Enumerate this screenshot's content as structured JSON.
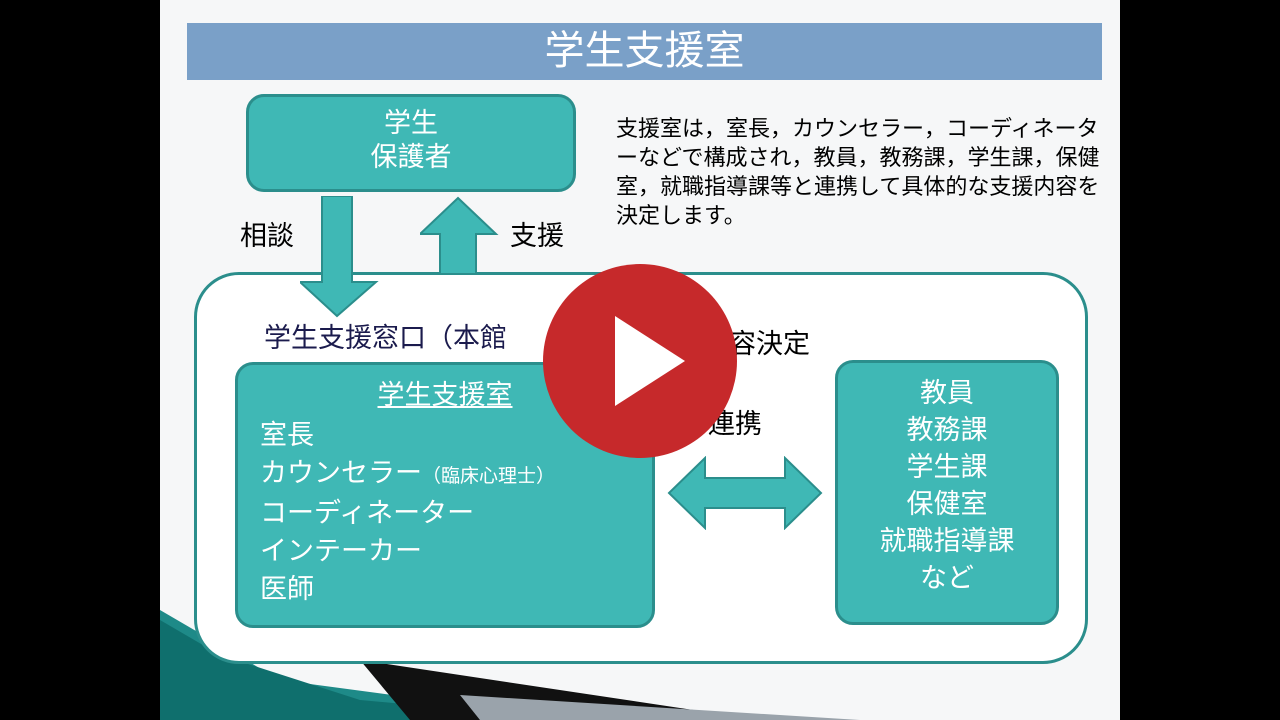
{
  "slide": {
    "title": "学生支援室",
    "student_box": {
      "line1": "学生",
      "line2": "保護者"
    },
    "description": "支援室は，室長，カウンセラー，コーディネーターなどで構成され，教員，教務課，学生課，保健室，就職指導課等と連携して具体的な支援内容を決定します。",
    "consult_label": "相談",
    "support_label": "支援",
    "window_label_left": "学生支援窓口（本館",
    "window_label_right": "内容決定",
    "cooperation_label": "連携",
    "support_room": {
      "title": "学生支援室",
      "items": [
        "室長",
        "カウンセラー",
        "コーディネーター",
        "インテーカー",
        "医師"
      ],
      "counselor_note": "（臨床心理士）"
    },
    "partners": [
      "教員",
      "教務課",
      "学生課",
      "保健室",
      "就職指導課",
      "など"
    ]
  },
  "colors": {
    "teal": "#3fb8b5",
    "teal_border": "#2b8e8c",
    "title_bar": "#7aa0c8",
    "play_button": "#c6292b"
  }
}
